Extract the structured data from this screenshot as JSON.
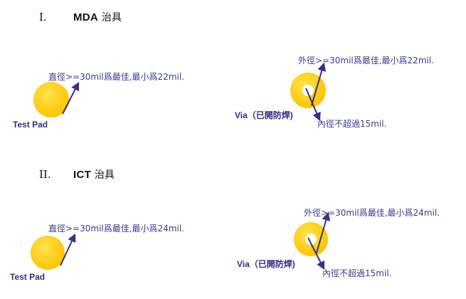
{
  "sections": [
    {
      "number": "I.",
      "title": "MDA",
      "suffix": "治具",
      "test_pad": {
        "label": "Test Pad",
        "note": "直徑>=30mil爲最佳,最小爲22mil."
      },
      "via": {
        "label": "Via（已開防焊)",
        "outer_note": "外徑>=30mil爲最佳,最小爲22mil.",
        "inner_note": "內徑不超過15mil."
      }
    },
    {
      "number": "II.",
      "title": "ICT",
      "suffix": "治具",
      "test_pad": {
        "label": "Test Pad",
        "note": "直徑>=30mil爲最佳,最小爲24mil."
      },
      "via": {
        "label": "Via（已開防焊)",
        "outer_note": "外徑>=30mil爲最佳,最小爲24mil.",
        "inner_note": "內徑不超過15mil."
      }
    }
  ],
  "colors": {
    "pad_fill": "#ffcc00",
    "pad_highlight": "#ffe34d",
    "arrow": "#3b2f86",
    "text": "#3b3a8c"
  }
}
